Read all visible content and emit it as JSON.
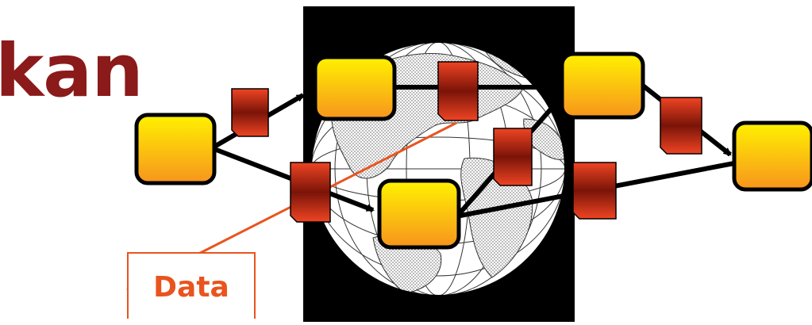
{
  "heading": {
    "text": "kan"
  },
  "callout": {
    "label": "Data"
  },
  "colors": {
    "heading": "#8b1a1a",
    "callout": "#e9541e",
    "node_top": "#fff200",
    "node_bottom": "#f7941d",
    "doc_light": "#ef4423",
    "doc_dark": "#7a1408",
    "globe_background": "#000000"
  },
  "diagram": {
    "nodes": [
      "source",
      "upper-left",
      "upper-right",
      "sink",
      "middle"
    ],
    "data_items": [
      "data-1",
      "data-2",
      "data-3",
      "data-4",
      "data-5",
      "data-6"
    ]
  }
}
